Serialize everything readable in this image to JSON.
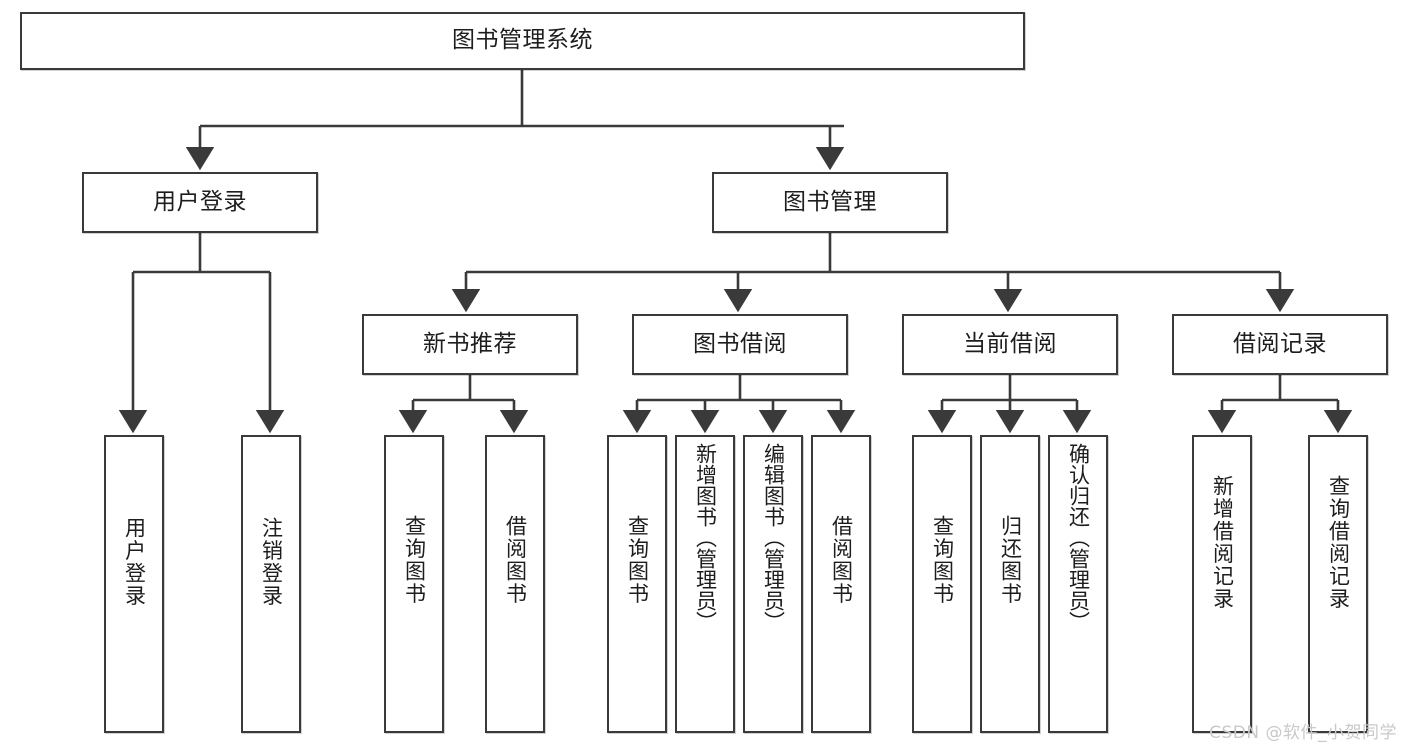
{
  "diagram": {
    "title": "图书管理系统",
    "type": "tree-hierarchy-chart",
    "root": {
      "id": "root",
      "label": "图书管理系统"
    },
    "level2": [
      {
        "id": "user-login",
        "label": "用户登录"
      },
      {
        "id": "book-manage",
        "label": "图书管理"
      }
    ],
    "level3": [
      {
        "id": "new-book-rec",
        "label": "新书推荐",
        "parent": "book-manage"
      },
      {
        "id": "book-borrow",
        "label": "图书借阅",
        "parent": "book-manage"
      },
      {
        "id": "current-borrow",
        "label": "当前借阅",
        "parent": "book-manage"
      },
      {
        "id": "borrow-record",
        "label": "借阅记录",
        "parent": "book-manage"
      }
    ],
    "leaves": [
      {
        "id": "leaf-user-login",
        "label": "用户登录",
        "parent": "user-login"
      },
      {
        "id": "leaf-logout-login",
        "label": "注销登录",
        "parent": "user-login"
      },
      {
        "id": "leaf-query-book-1",
        "label": "查询图书",
        "parent": "new-book-rec"
      },
      {
        "id": "leaf-borrow-book-1",
        "label": "借阅图书",
        "parent": "new-book-rec"
      },
      {
        "id": "leaf-query-book-2",
        "label": "查询图书",
        "parent": "book-borrow"
      },
      {
        "id": "leaf-add-book",
        "label": "新增图书（管理员）",
        "parent": "book-borrow"
      },
      {
        "id": "leaf-edit-book",
        "label": "编辑图书（管理员）",
        "parent": "book-borrow"
      },
      {
        "id": "leaf-borrow-book-2",
        "label": "借阅图书",
        "parent": "book-borrow"
      },
      {
        "id": "leaf-query-book-3",
        "label": "查询图书",
        "parent": "current-borrow"
      },
      {
        "id": "leaf-return-book",
        "label": "归还图书",
        "parent": "current-borrow"
      },
      {
        "id": "leaf-confirm-return",
        "label": "确认归还（管理员）",
        "parent": "current-borrow"
      },
      {
        "id": "leaf-add-record",
        "label": "新增借阅记录",
        "parent": "borrow-record"
      },
      {
        "id": "leaf-query-record",
        "label": "查询借阅记录",
        "parent": "borrow-record"
      }
    ],
    "watermark": "CSDN @软件_小贺同学",
    "colors": {
      "stroke": "#3a3a3a",
      "background": "#ffffff",
      "text": "#1d1d1d",
      "watermark": "#c9c9c9"
    }
  }
}
